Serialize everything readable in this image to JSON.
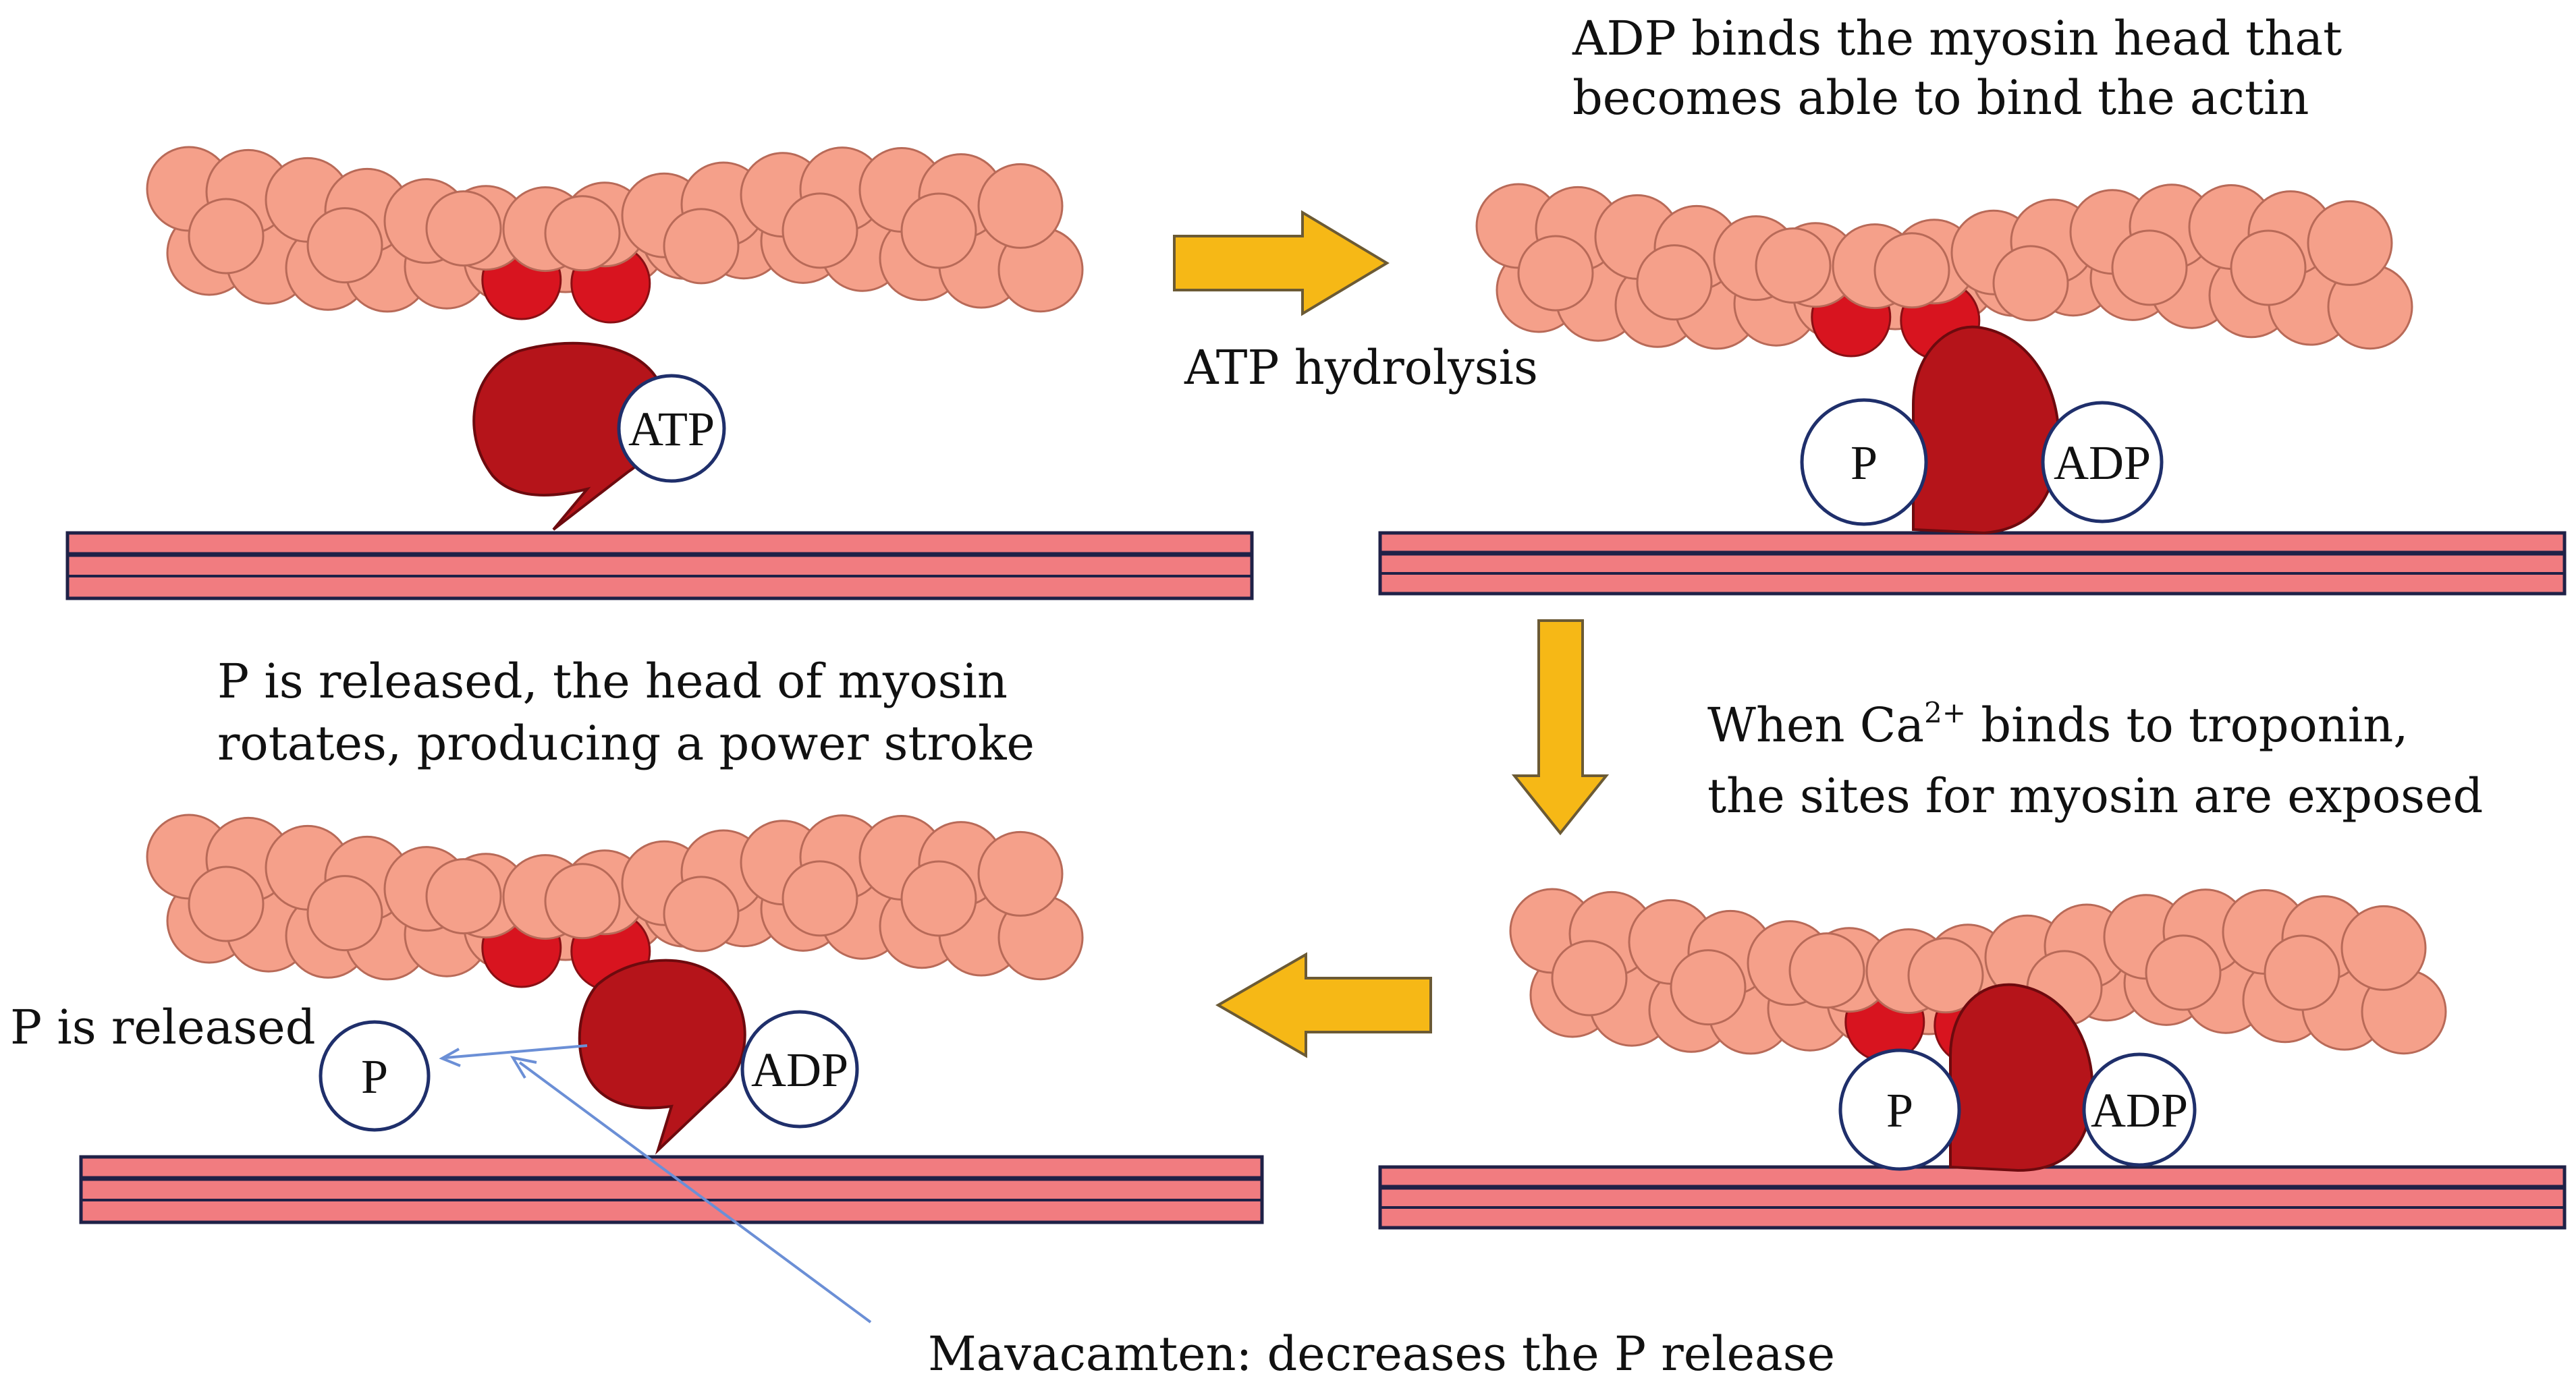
{
  "colors": {
    "actin_bead": "#f5a08a",
    "actin_outline": "#b86a58",
    "binding_site": "#d8141f",
    "myosin_head": "#b5141a",
    "filament_fill": "#f17c80",
    "filament_line": "#1f2147",
    "arrow_fill": "#f6b816",
    "arrow_outline": "#6b5a35",
    "circle_outline": "#1f2f6b",
    "pointer_line": "#6b8fd6"
  },
  "icons": [
    "actin-filament",
    "myosin-head",
    "thick-filament",
    "process-arrow",
    "phosphate-circle",
    "adp-circle",
    "atp-circle"
  ],
  "labels": {
    "atp_hydrolysis": "ATP hydrolysis",
    "adp_binds_line1": "ADP binds the myosin head that",
    "adp_binds_line2": "becomes able to bind the actin",
    "ca_line1_pre": "When Ca",
    "ca_superscript": "2+",
    "ca_line1_post": " binds to troponin,",
    "ca_line2": "the sites for myosin are exposed",
    "p_released_line1": "P is released, the head of myosin",
    "p_released_line2": "rotates, producing a power stroke",
    "p_is_released": "P is released",
    "mavacamten": "Mavacamten: decreases the P release"
  },
  "panels": {
    "p1": {
      "atp": "ATP"
    },
    "p2": {
      "p": "P",
      "adp": "ADP"
    },
    "p3": {
      "p": "P",
      "adp": "ADP"
    },
    "p4": {
      "p": "P",
      "adp": "ADP"
    }
  }
}
